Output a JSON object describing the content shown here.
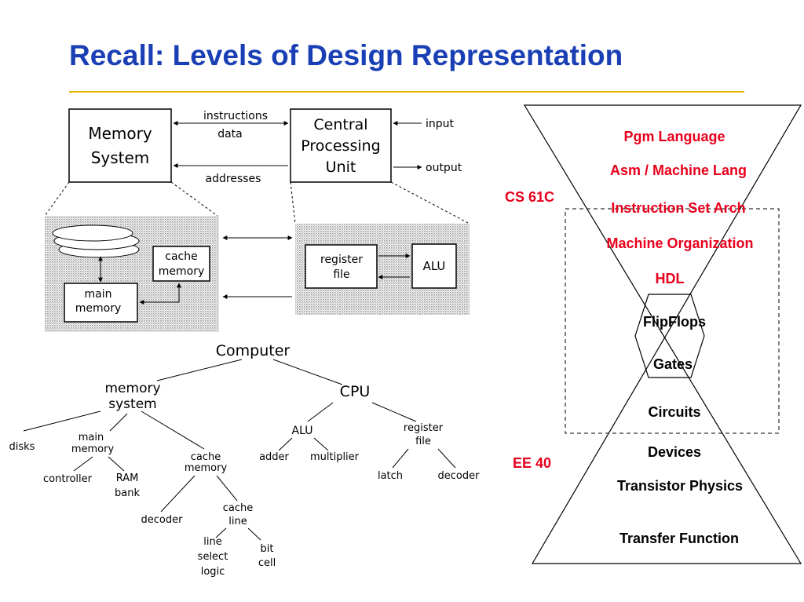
{
  "title": "Recall: Levels of Design Representation",
  "block_diagram": {
    "memory_system": [
      "Memory",
      "System"
    ],
    "cpu": [
      "Central",
      "Processing",
      "Unit"
    ],
    "link_labels": {
      "instructions": "instructions",
      "data": "data",
      "addresses": "addresses",
      "input": "input",
      "output": "output"
    },
    "memory_detail": {
      "cache": [
        "cache",
        "memory"
      ],
      "main": [
        "main",
        "memory"
      ]
    },
    "cpu_detail": {
      "register_file": [
        "register",
        "file"
      ],
      "alu": "ALU"
    }
  },
  "tree": {
    "computer": "Computer",
    "memory_system": [
      "memory",
      "system"
    ],
    "cpu": "CPU",
    "disks": "disks",
    "main_memory": [
      "main",
      "memory"
    ],
    "cache_memory": [
      "cache",
      "memory"
    ],
    "alu": "ALU",
    "register_file": [
      "register",
      "file"
    ],
    "adder": "adder",
    "multiplier": "multiplier",
    "latch": "latch",
    "decoder_reg": "decoder",
    "controller": "controller",
    "ram_bank": [
      "RAM",
      "bank"
    ],
    "decoder_cache": "decoder",
    "cache_line": [
      "cache",
      "line"
    ],
    "line_select_logic": [
      "line",
      "select",
      "logic"
    ],
    "bit_cell": [
      "bit",
      "cell"
    ]
  },
  "hourglass": {
    "levels": [
      "Pgm Language",
      "Asm / Machine Lang",
      "Instruction Set Arch",
      "Machine Organization",
      "HDL",
      "FlipFlops",
      "Gates",
      "Circuits",
      "Devices",
      "Transistor Physics",
      "Transfer Function"
    ],
    "course_labels": {
      "cs": "CS 61C",
      "ee": "EE 40"
    },
    "colors": {
      "upper_levels": "#e8001c",
      "lower_levels": "#000000",
      "title": "#1a3fb5",
      "rule": "#e5b80b"
    }
  }
}
